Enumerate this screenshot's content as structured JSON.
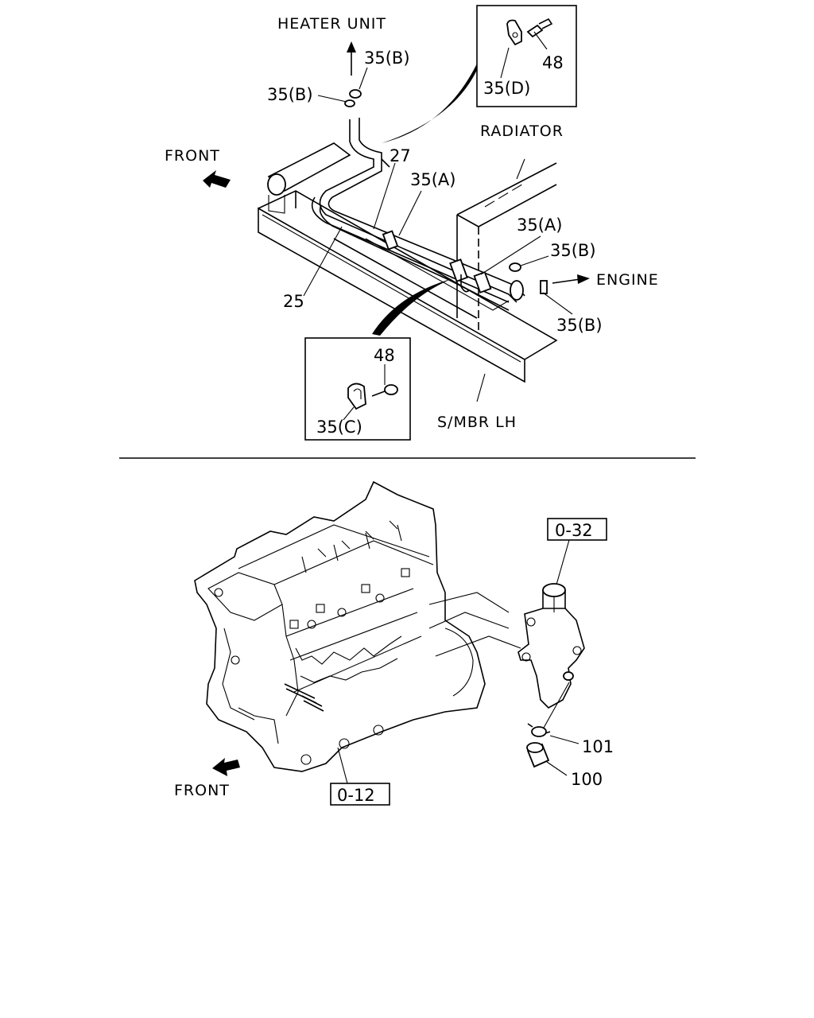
{
  "top_diagram": {
    "heater_unit": "HEATER UNIT",
    "front": "FRONT",
    "radiator": "RADIATOR",
    "engine": "ENGINE",
    "smbr": "S/MBR LH",
    "p35b_1": "35(B)",
    "p35b_2": "35(B)",
    "p35b_3": "35(B)",
    "p35b_4": "35(B)",
    "p27": "27",
    "p25": "25",
    "p35a_1": "35(A)",
    "p35a_2": "35(A)",
    "inset_top": {
      "p48": "48",
      "p35d": "35(D)"
    },
    "inset_bottom": {
      "p48": "48",
      "p35c": "35(C)"
    }
  },
  "bottom_diagram": {
    "ref_032": "0-32",
    "ref_012": "0-12",
    "front": "FRONT",
    "p101": "101",
    "p100": "100"
  }
}
